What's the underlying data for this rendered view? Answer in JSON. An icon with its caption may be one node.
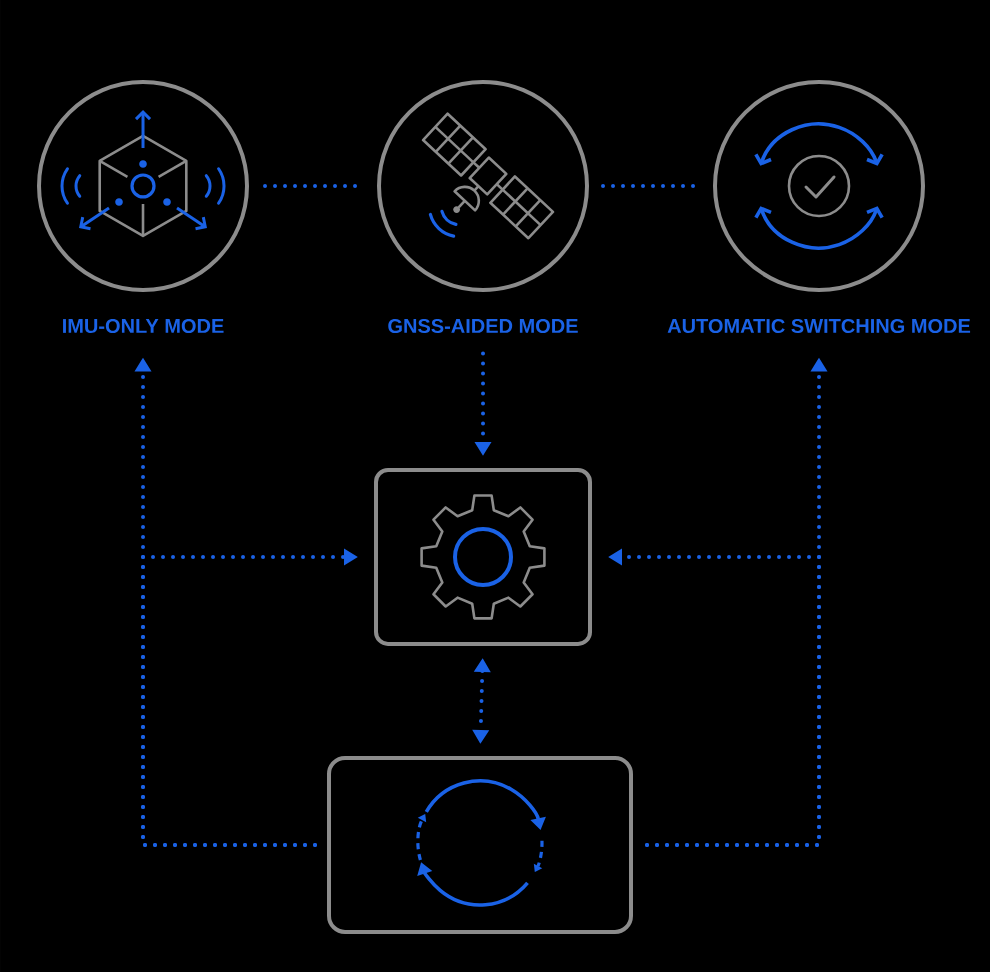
{
  "diagram": {
    "nodes": [
      {
        "text": [
          "IMU-ONLY MODE"
        ]
      },
      {
        "text": [
          "GNSS-AIDED MODE"
        ]
      },
      {
        "text": [
          "AUTOMATIC SWITCHING MODE"
        ]
      },
      {
        "text": [],
        "shape": "box"
      },
      {
        "text": [],
        "shape": "box"
      }
    ],
    "edges": [
      {
        "from": 0,
        "to": 1,
        "arrow": "none"
      },
      {
        "from": 1,
        "to": 2,
        "arrow": "none"
      },
      {
        "from": 1,
        "to": 3,
        "arrow": "to"
      },
      {
        "from": 4,
        "to": 0,
        "arrow": "to"
      },
      {
        "from": 4,
        "to": 3,
        "arrow": "to"
      },
      {
        "from": 4,
        "to": 2,
        "arrow": "to"
      },
      {
        "from": 4,
        "to": 3,
        "arrow": "to"
      },
      {
        "from": 3,
        "to": 4,
        "arrow": "both"
      }
    ]
  }
}
